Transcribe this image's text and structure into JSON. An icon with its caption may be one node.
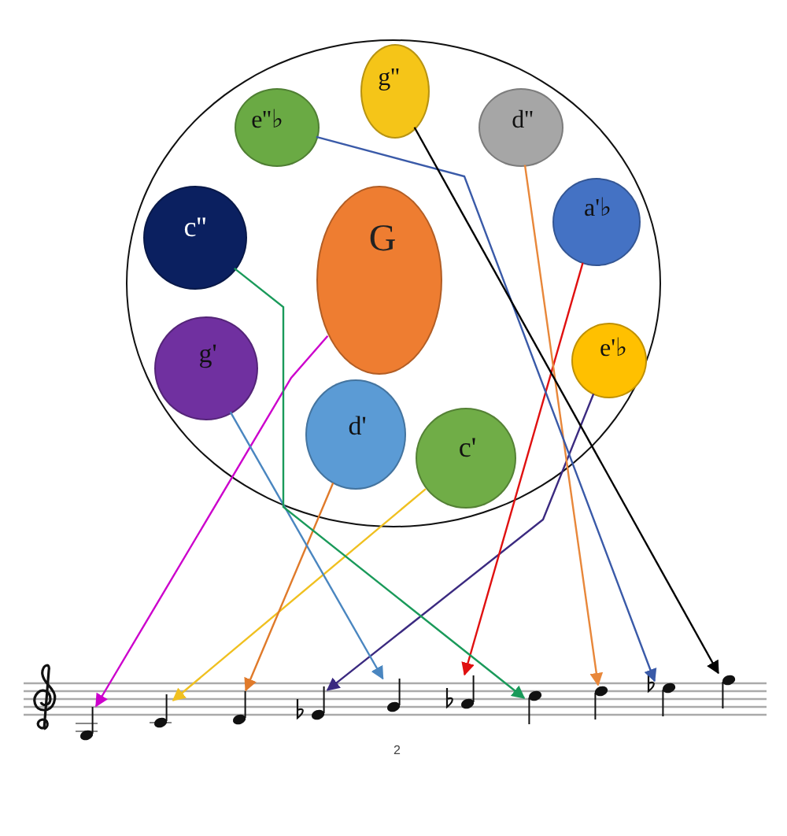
{
  "diagram": {
    "nodes": [
      {
        "text": [],
        "shape": "circle"
      },
      {
        "text": [
          "e''♭"
        ],
        "in": 0
      },
      {
        "text": [
          "g''"
        ],
        "in": 0
      },
      {
        "text": [
          "d''"
        ],
        "in": 0
      },
      {
        "text": [
          "c''"
        ],
        "in": 0
      },
      {
        "text": [
          "G"
        ],
        "in": 0
      },
      {
        "text": [
          "a'♭"
        ],
        "in": 0
      },
      {
        "text": [
          "g'"
        ],
        "in": 0
      },
      {
        "text": [
          "e'♭"
        ],
        "in": 0
      },
      {
        "text": [
          "d'"
        ],
        "in": 0
      },
      {
        "text": [
          "c'"
        ],
        "in": 0
      },
      {
        "text": [],
        "shape": "note"
      },
      {
        "text": [],
        "shape": "note"
      },
      {
        "text": [],
        "shape": "note"
      },
      {
        "text": [],
        "shape": "note"
      },
      {
        "text": [],
        "shape": "note"
      },
      {
        "text": [],
        "shape": "note"
      },
      {
        "text": [],
        "shape": "note"
      },
      {
        "text": [],
        "shape": "note"
      },
      {
        "text": [],
        "shape": "note"
      },
      {
        "text": [],
        "shape": "note"
      }
    ],
    "edges": [
      {
        "from": 5,
        "to": 11,
        "arrow": "to",
        "color": "#cc00cc"
      },
      {
        "from": 10,
        "to": 12,
        "arrow": "to",
        "color": "#f0c020"
      },
      {
        "from": 9,
        "to": 13,
        "arrow": "to",
        "color": "#e07a2a"
      },
      {
        "from": 8,
        "to": 14,
        "arrow": "to",
        "color": "#3b2a80"
      },
      {
        "from": 7,
        "to": 15,
        "arrow": "to",
        "color": "#4a86c0"
      },
      {
        "from": 6,
        "to": 16,
        "arrow": "to",
        "color": "#e01010"
      },
      {
        "from": 4,
        "to": 17,
        "arrow": "to",
        "color": "#1a9a5a"
      },
      {
        "from": 3,
        "to": 18,
        "arrow": "to",
        "color": "#e8873a"
      },
      {
        "from": 1,
        "to": 19,
        "arrow": "to",
        "color": "#3a5aa8"
      },
      {
        "from": 2,
        "to": 20,
        "arrow": "to",
        "color": "#000000"
      }
    ],
    "labels": [
      "2"
    ]
  }
}
